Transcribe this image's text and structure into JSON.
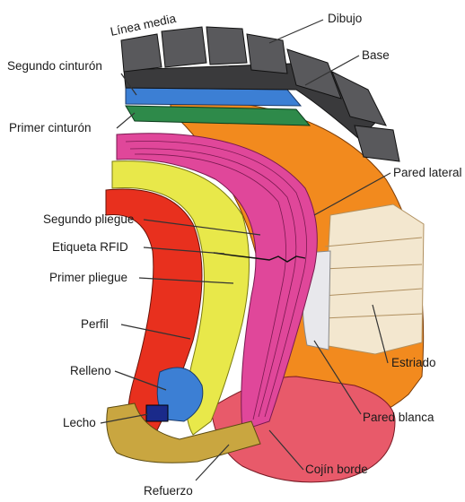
{
  "labels": {
    "linea_media": "Línea media",
    "dibujo": "Dibujo",
    "base": "Base",
    "segundo_cinturon": "Segundo cinturón",
    "primer_cinturon": "Primer cinturón",
    "pared_lateral": "Pared lateral",
    "segundo_pliegue": "Segundo pliegue",
    "etiqueta_rfid": "Etiqueta RFID",
    "primer_pliegue": "Primer pliegue",
    "perfil": "Perfil",
    "relleno": "Relleno",
    "estriado": "Estriado",
    "lecho": "Lecho",
    "pared_blanca": "Pared blanca",
    "cojin_borde": "Cojín borde",
    "refuerzo": "Refuerzo"
  },
  "colors": {
    "tread": "#4a4a4c",
    "orange": "#f28a1e",
    "magenta": "#e0479a",
    "yellow": "#e8e84a",
    "red": "#e8301e",
    "pink_red": "#e85a6a",
    "blue": "#3c7fd4",
    "green": "#2e8a4a",
    "cream": "#f3e7cf",
    "gold": "#c9a640"
  }
}
